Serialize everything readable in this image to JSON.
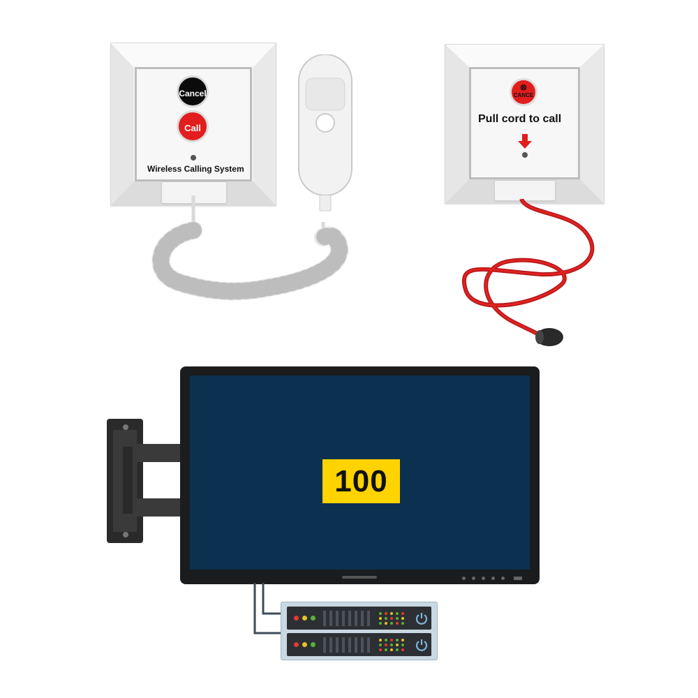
{
  "call_button_panel": {
    "cancel_label": "Cancel",
    "call_label": "Call",
    "caption": "Wireless Calling System"
  },
  "pull_cord_panel": {
    "cancel_label": "CANCE",
    "cancel_symbol": "⊗",
    "caption": "Pull cord to call",
    "arrow_icon": "down-arrow-icon"
  },
  "display": {
    "number": "100"
  },
  "colors": {
    "call_red": "#e21d1d",
    "cancel_black": "#0b0b0b",
    "screen_navy": "#0b3050",
    "number_yellow": "#ffd300",
    "cord_red": "#d8201f"
  },
  "receivers": [
    {
      "led_left": [
        "red",
        "yellow",
        "green"
      ],
      "power_icon": "power-icon"
    },
    {
      "led_left": [
        "red",
        "yellow",
        "green"
      ],
      "power_icon": "power-icon"
    }
  ]
}
